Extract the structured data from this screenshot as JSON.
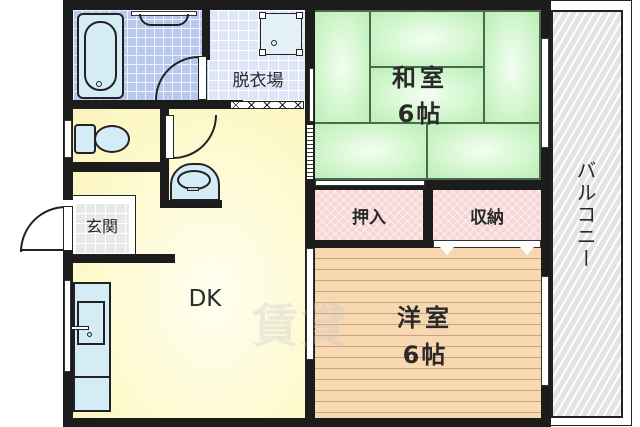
{
  "floorplan": {
    "rooms": {
      "bath": {
        "label": ""
      },
      "washroom": {
        "label": "脱衣場"
      },
      "japanese_room": {
        "label_line1": "和室",
        "label_line2": "6帖"
      },
      "closet_oshiire": {
        "label": "押入"
      },
      "closet_storage": {
        "label": "収納"
      },
      "western_room": {
        "label_line1": "洋室",
        "label_line2": "6帖"
      },
      "dk": {
        "label": "DK"
      },
      "entrance": {
        "label": "玄関"
      },
      "balcony": {
        "label": "バルコニー"
      }
    },
    "watermark": "賃貸",
    "colors": {
      "wall": "#1c1c1c",
      "tatami": "#c9f3c4",
      "dk_floor": "#fdf8c8",
      "western_floor": "#f7d8b1",
      "closet": "#f6d6d6",
      "wet_area_tile": "#dfe6f7",
      "balcony": "#e4e4e4"
    }
  }
}
